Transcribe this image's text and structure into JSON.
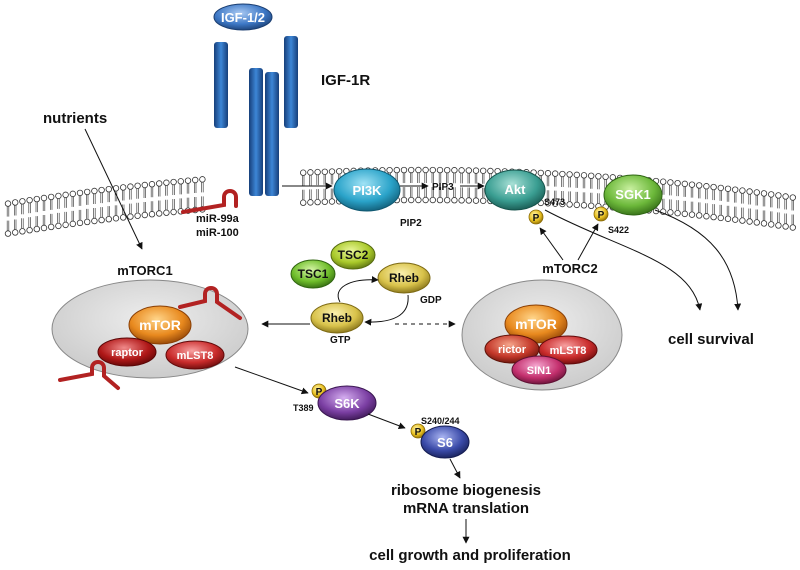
{
  "ligand": {
    "label": "IGF-1/2"
  },
  "receptor": {
    "label": "IGF-1R"
  },
  "nutrients": {
    "label": "nutrients"
  },
  "mirna": {
    "label_1": "miR-99a",
    "label_2": "miR-100"
  },
  "pi3k": {
    "label": "PI3K",
    "substrate": "PIP2",
    "product": "PIP3"
  },
  "akt": {
    "label": "Akt",
    "site": "S473"
  },
  "sgk1": {
    "label": "SGK1",
    "site": "S422"
  },
  "phospho": {
    "label": "P"
  },
  "tsc": {
    "tsc1": "TSC1",
    "tsc2": "TSC2"
  },
  "rheb": {
    "gdp_label": "Rheb",
    "gdp": "GDP",
    "gtp_label": "Rheb",
    "gtp": "GTP"
  },
  "mtorc1": {
    "title": "mTORC1",
    "mtor": "mTOR",
    "raptor": "raptor",
    "mlst8": "mLST8"
  },
  "mtorc2": {
    "title": "mTORC2",
    "mtor": "mTOR",
    "rictor": "rictor",
    "mlst8": "mLST8",
    "sin1": "SIN1"
  },
  "s6k": {
    "label": "S6K",
    "site": "T389"
  },
  "s6": {
    "label": "S6",
    "site": "S240/244"
  },
  "outcomes": {
    "cell_survival": "cell survival",
    "ribosome": "ribosome biogenesis",
    "translation": "mRNA translation",
    "growth": "cell growth and proliferation"
  },
  "colors": {
    "receptor": "#2a6db5",
    "pi3k": "#2aa3c9",
    "akt": "#3a9e92",
    "sgk1": "#6cb83a",
    "mtor": "#e8891e",
    "raptor": "#b01818",
    "rictor": "#c4382a",
    "mlst8": "#c92b2b",
    "sin1": "#c4306e",
    "s6k": "#7b3fa3",
    "s6": "#3a4aa8",
    "mirna": "#b22222",
    "phospho": "#e8c020",
    "complex_bg": "#d9d9d9"
  }
}
